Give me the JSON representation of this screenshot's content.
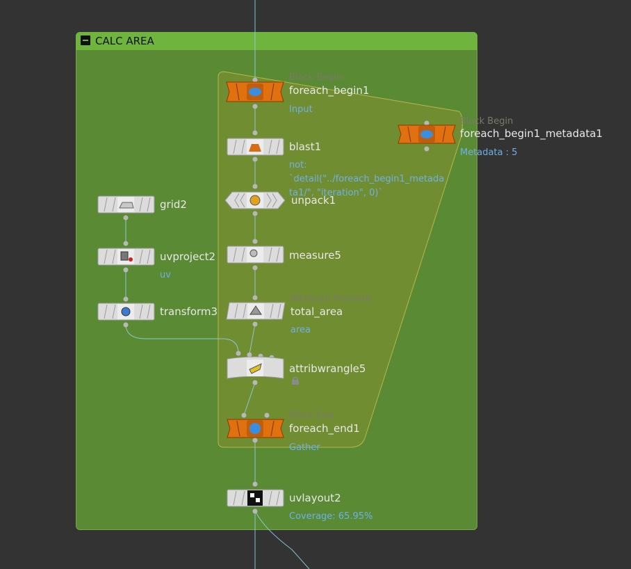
{
  "network_box": {
    "title": "CALC AREA"
  },
  "block_colors": {
    "accent": "#6fb43c",
    "box": "#5a8a34",
    "hull": "#7a8e32",
    "block_node": "#e07010",
    "wire": "#8ecfe0"
  },
  "nodes": {
    "foreach_begin1": {
      "name": "foreach_begin1",
      "type": "Block Begin",
      "sub": "Input"
    },
    "foreach_begin1_metadata1": {
      "name": "foreach_begin1_metadata1",
      "type": "Block Begin",
      "sub": "Metadata : 5"
    },
    "blast1": {
      "name": "blast1",
      "sub": "not:\n`detail(\"../foreach_begin1_metada\nta1/\", \"iteration\", 0)`"
    },
    "unpack1": {
      "name": "unpack1"
    },
    "measure5": {
      "name": "measure5"
    },
    "total_area": {
      "name": "total_area",
      "type": "Attribute Promote",
      "sub": "area"
    },
    "attribwrangle5": {
      "name": "attribwrangle5"
    },
    "foreach_end1": {
      "name": "foreach_end1",
      "type": "Block End",
      "sub": "Gather"
    },
    "uvlayout2": {
      "name": "uvlayout2",
      "sub": "Coverage: 65.95%"
    },
    "grid2": {
      "name": "grid2"
    },
    "uvproject2": {
      "name": "uvproject2",
      "sub": "uv"
    },
    "transform3": {
      "name": "transform3"
    }
  }
}
